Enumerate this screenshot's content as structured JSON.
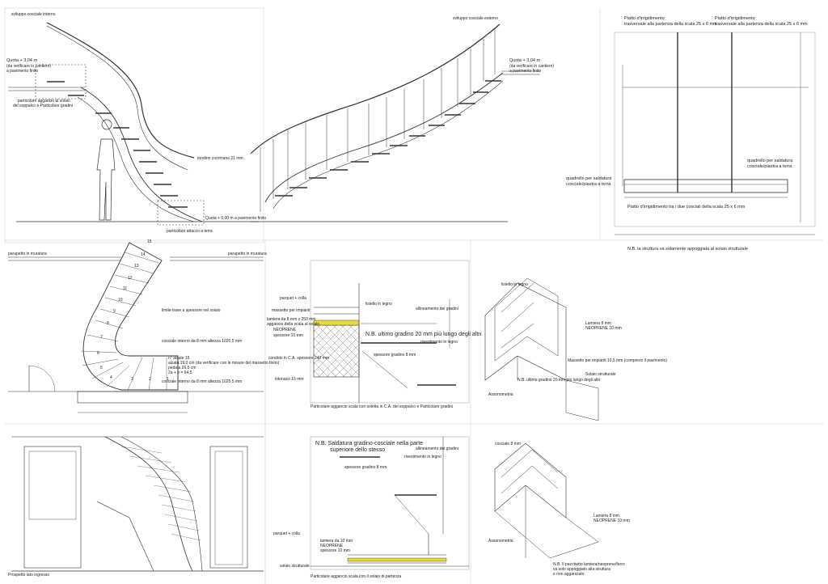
{
  "panels": {
    "elevation": {
      "inner_stringer_label": "sviluppo cosciale interno",
      "outer_stringer_label": "sviluppo cosciale esterno",
      "quota_left": [
        "Quota + 3,04 m",
        "(da verificare in cantiere)",
        "a pavimento finito"
      ],
      "quota_right": [
        "Quota + 3,04 m",
        "(da verificare in cantiere)",
        "a pavimento finito"
      ],
      "attachment_note": [
        "particolare aggancio al solaio",
        "del soppalco e Particolare gradini"
      ],
      "handrail_note": "tondino corrimano 21 mm",
      "ground_quota": "Quota + 0,00 m a pavimento finito",
      "ground_detail": "particolare attacco a terra"
    },
    "stiffeners": {
      "plate_left": [
        "Piatto d'irrigidimento",
        "trasversale alla partenza della scala 25 x 6 mm"
      ],
      "plate_right": [
        "Piatto d'irrigidimento",
        "trasversale alla partenza della scala 25 x 6 mm"
      ],
      "weld_right": [
        "quadrello per saldatura",
        "cosciale/piastra a terra"
      ],
      "weld_left": [
        "quadrello per saldatura",
        "cosciale/piastra a terra"
      ],
      "bottom_plate": "Piatto d'irrigidimento tra i due cosciali della scala 25 x 6 mm",
      "note": "N.B. la struttura va solamente appoggiata al solaio strutturale"
    },
    "plan": {
      "parapet_left": "parapetto in muratura",
      "parapet_right": "parapetto in muratura",
      "beam_note": "limite trave a spessore nel solaio",
      "inner_stringer": "cosciale interno da 8 mm altezza 1020,5 mm",
      "risers": "n° alzate 15",
      "riser_height": "alzata 19,0 cm (da verificare con le misure del massetto finito)",
      "tread": "pedata 26,5 cm",
      "formula": "2a + p = 64,5",
      "outer_stringer": "cosciale interno da 8 mm altezza 1025,5 mm",
      "step_numbers": [
        "1",
        "2",
        "3",
        "4",
        "5",
        "6",
        "7",
        "8",
        "9",
        "10",
        "11",
        "12",
        "13",
        "14",
        "15"
      ]
    },
    "detail_top": {
      "labels": [
        "parquet + colla",
        "massetto per impianti",
        "lamiera da 8 mm x 250 mm",
        "aggancio della scala al solaio",
        "NEOPRENE",
        "spessore 10 mm",
        "condido in C.A. spessore 240 mm",
        "intonaco 15 mm",
        "listello in legno",
        "allineamento dei gradini",
        "rivestimento in legno",
        "spessore gradino 8 mm"
      ],
      "note": "N.B. ultimo gradino 20 mm più lungo degli altri",
      "caption": "Particolare aggancio scala con soletta in C.A. del soppalco e Particolare gradini"
    },
    "axo_top": {
      "labels": [
        "listello in legno",
        "Lamiera 8 mm",
        "NEOPRENE 10 mm",
        "Massetto per impianti 10,5 mm (compreso il pavimento)",
        "Solaio strutturale",
        "N.B. ultimo gradino 20 mm più lungo degli altri"
      ],
      "caption": "Assonometria"
    },
    "section_bottom": {
      "note": [
        "N.B. Saldatura gradino-cosciale nella parte",
        "superiore dello stesso"
      ],
      "labels": [
        "allineamento dei gradini",
        "rivestimento in legno",
        "spessore gradino 8 mm",
        "parquet + colla",
        "lamiera da 10 mm",
        "NEOPRENE",
        "spessore 10 mm",
        "solaio strutturale"
      ],
      "caption": "Particolare aggancio scala con il solaio di partenza"
    },
    "axo_bottom": {
      "labels": [
        "cosciale 8 mm",
        "Lamiera 8 mm",
        "NEOPRENE 10 mm"
      ],
      "caption": "Assonometria",
      "note": [
        "N.B. Il pacchetto lamiera/neoprene/ferro",
        "va solo appoggiato alla struttura",
        "e non agganciato"
      ]
    },
    "prospetto": {
      "caption": "Prospetto lato ingresso"
    }
  }
}
